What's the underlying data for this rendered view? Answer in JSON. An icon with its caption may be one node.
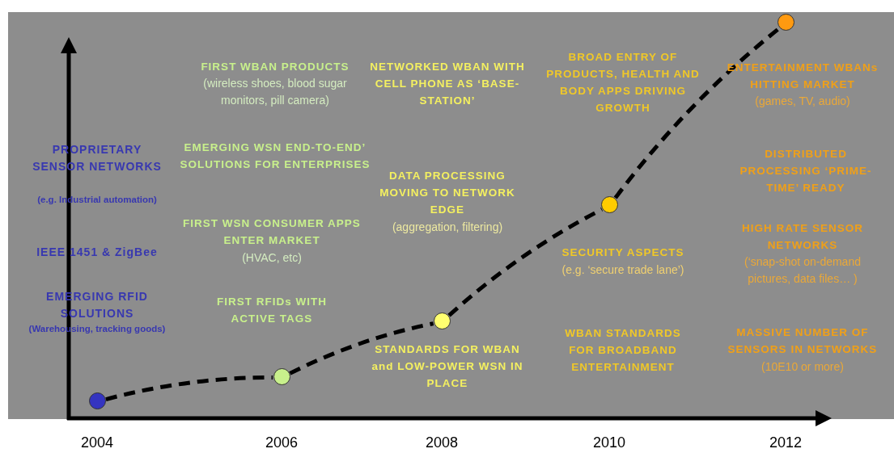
{
  "diagram": {
    "nodes": [
      {
        "text": [],
        "shape": "circle"
      },
      {
        "text": [],
        "shape": "circle"
      },
      {
        "text": [],
        "shape": "circle"
      },
      {
        "text": [],
        "shape": "circle"
      },
      {
        "text": [],
        "shape": "circle"
      }
    ],
    "edges": [
      {
        "from": 0,
        "to": 1,
        "arrow": "none",
        "style": "dashed"
      },
      {
        "from": 1,
        "to": 2,
        "arrow": "none",
        "style": "dashed"
      },
      {
        "from": 2,
        "to": 3,
        "arrow": "none",
        "style": "dashed"
      },
      {
        "from": 3,
        "to": 4,
        "arrow": "none",
        "style": "dashed"
      }
    ],
    "labels": [
      "PROPRIETARY SENSOR NETWORKS",
      "(e.g. Industrial automation)",
      "IEEE 1451 & ZigBee",
      "EMERGING RFID SOLUTIONS",
      "(Warehousing, tracking goods)",
      "FIRST WBAN PRODUCTS",
      "(wireless shoes, blood sugar monitors, pill camera)",
      "EMERGING WSN END-TO-END’ SOLUTIONS FOR ENTERPRISES",
      "FIRST WSN CONSUMER APPS ENTER MARKET",
      "(HVAC, etc)",
      "FIRST RFIDs WITH ACTIVE TAGS",
      "NETWORKED WBAN WITH CELL PHONE AS ‘BASE-STATION’",
      "DATA PROCESSING MOVING TO NETWORK EDGE",
      "(aggregation, filtering)",
      "STANDARDS FOR WBAN and LOW-POWER WSN IN PLACE",
      "BROAD ENTRY OF PRODUCTS, HEALTH AND BODY APPS DRIVING GROWTH",
      "SECURITY ASPECTS",
      "(e.g. ‘secure trade lane’)",
      "WBAN STANDARDS FOR BROADBAND ENTERTAINMENT",
      "ENTERTAINMENT WBANs HITTING MARKET",
      "(games, TV, audio)",
      "DISTRIBUTED PROCESSING ‘PRIME-TIME’ READY",
      "HIGH RATE SENSOR NETWORKS",
      "(‘snap-shot on-demand pictures, data files… )",
      "MASSIVE NUMBER OF SENSORS IN NETWORKS",
      "(10E10 or more)",
      "2004",
      "2006",
      "2008",
      "2010",
      "2012"
    ]
  }
}
